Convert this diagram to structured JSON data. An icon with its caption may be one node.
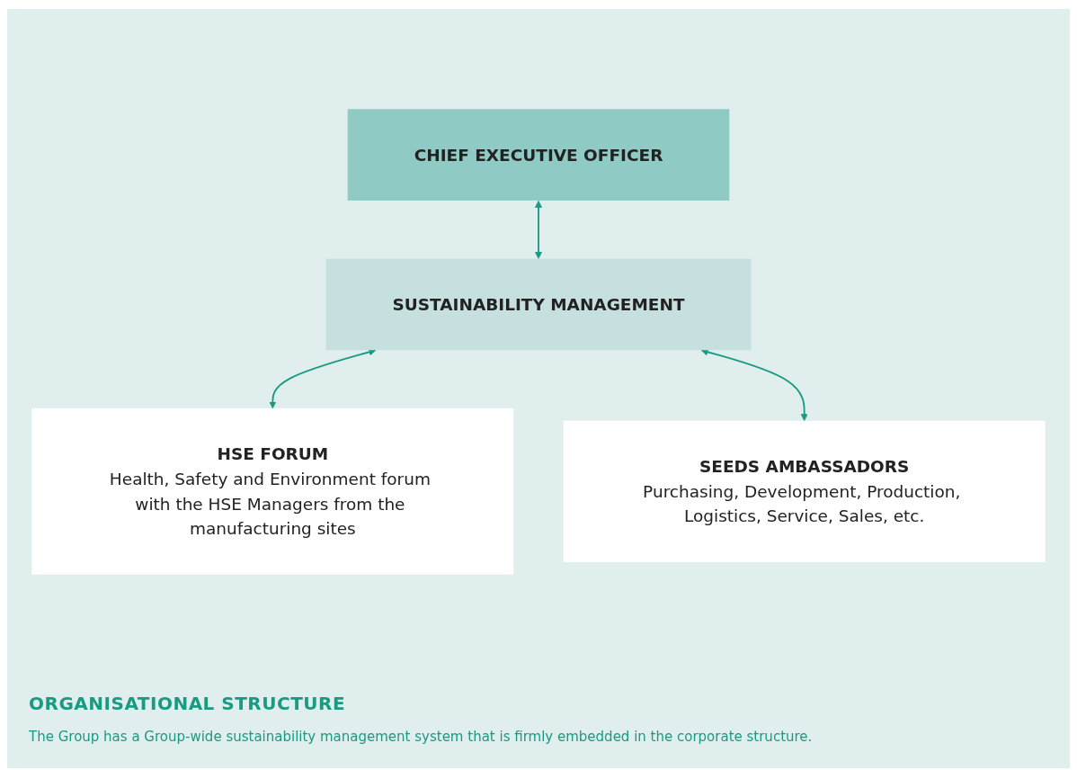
{
  "diagram": {
    "title": "ORGANISATIONAL STRUCTURE",
    "caption": "The Group has a Group-wide sustainability management system that is firmly embedded in the corporate structure.",
    "nodes": [
      {
        "text": [
          "CHIEF EXECUTIVE OFFICER"
        ]
      },
      {
        "text": [
          "SUSTAINABILITY MANAGEMENT"
        ]
      },
      {
        "text": [
          "HSE FORUM",
          "Health, Safety and Environment forum with the HSE Managers from the manufacturing sites"
        ]
      },
      {
        "text": [
          "SEEDS AMBASSADORS",
          "Purchasing, Development, Production, Logistics, Service, Sales, etc."
        ]
      }
    ],
    "edges": [
      {
        "from": 0,
        "to": 1,
        "arrow": "both"
      },
      {
        "from": 1,
        "to": 2,
        "arrow": "both"
      },
      {
        "from": 1,
        "to": 3,
        "arrow": "both"
      }
    ]
  }
}
